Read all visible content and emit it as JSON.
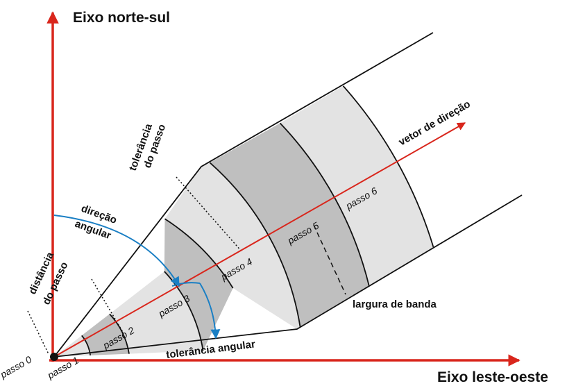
{
  "labels": {
    "north_south_axis": "Eixo norte-sul",
    "east_west_axis": "Eixo leste-oeste",
    "direction_vector": "vetor de direção",
    "lag_tolerance_line1": "tolerância",
    "lag_tolerance_line2": "do passo",
    "angular_direction_line1": "direção",
    "angular_direction_line2": "angular",
    "lag_distance_line1": "distância",
    "lag_distance_line2": "do passo",
    "angular_tolerance": "tolerância angular",
    "bandwidth": "largura de banda"
  },
  "lags": [
    "passo 0",
    "passo 1",
    "passo 2",
    "passo 3",
    "passo 4",
    "passo 5",
    "passo 6"
  ],
  "colors": {
    "axis": "#d9261c",
    "direction_vector": "#d9261c",
    "angular_arrow": "#1a7fc4",
    "band_light": "#e3e3e3",
    "band_dark": "#bfbfbf",
    "outline": "#111111"
  }
}
